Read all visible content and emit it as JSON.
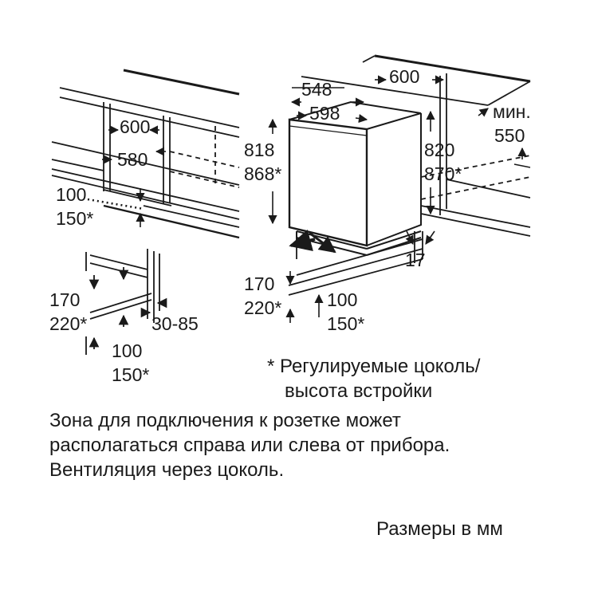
{
  "diagram": {
    "left_view": {
      "width_top": "600",
      "width_inner": "580",
      "plinth_depth": [
        "100",
        "150*"
      ],
      "plinth_height": [
        "170",
        "220*"
      ],
      "side_gap": "30-85",
      "bottom_depth": [
        "100",
        "150*"
      ]
    },
    "right_view": {
      "depth_548": "548",
      "width_600": "600",
      "width_598": "598",
      "min_label": "мин.",
      "min_value": "550",
      "height_appliance": [
        "818",
        "868*"
      ],
      "height_niche": [
        "820",
        "870*"
      ],
      "plinth_height": [
        "170",
        "220*"
      ],
      "plinth_depth": [
        "100",
        "150*"
      ],
      "offset": "17"
    }
  },
  "notes": {
    "footnote": [
      "* Регулируемые цоколь/",
      "высота встройки"
    ],
    "info": [
      "Зона для подключения к розетке может",
      "располагаться справа или слева от прибора.",
      "Вентиляция через цоколь."
    ],
    "units": "Размеры в мм"
  },
  "colors": {
    "line": "#1a1a1a",
    "background": "#ffffff"
  }
}
